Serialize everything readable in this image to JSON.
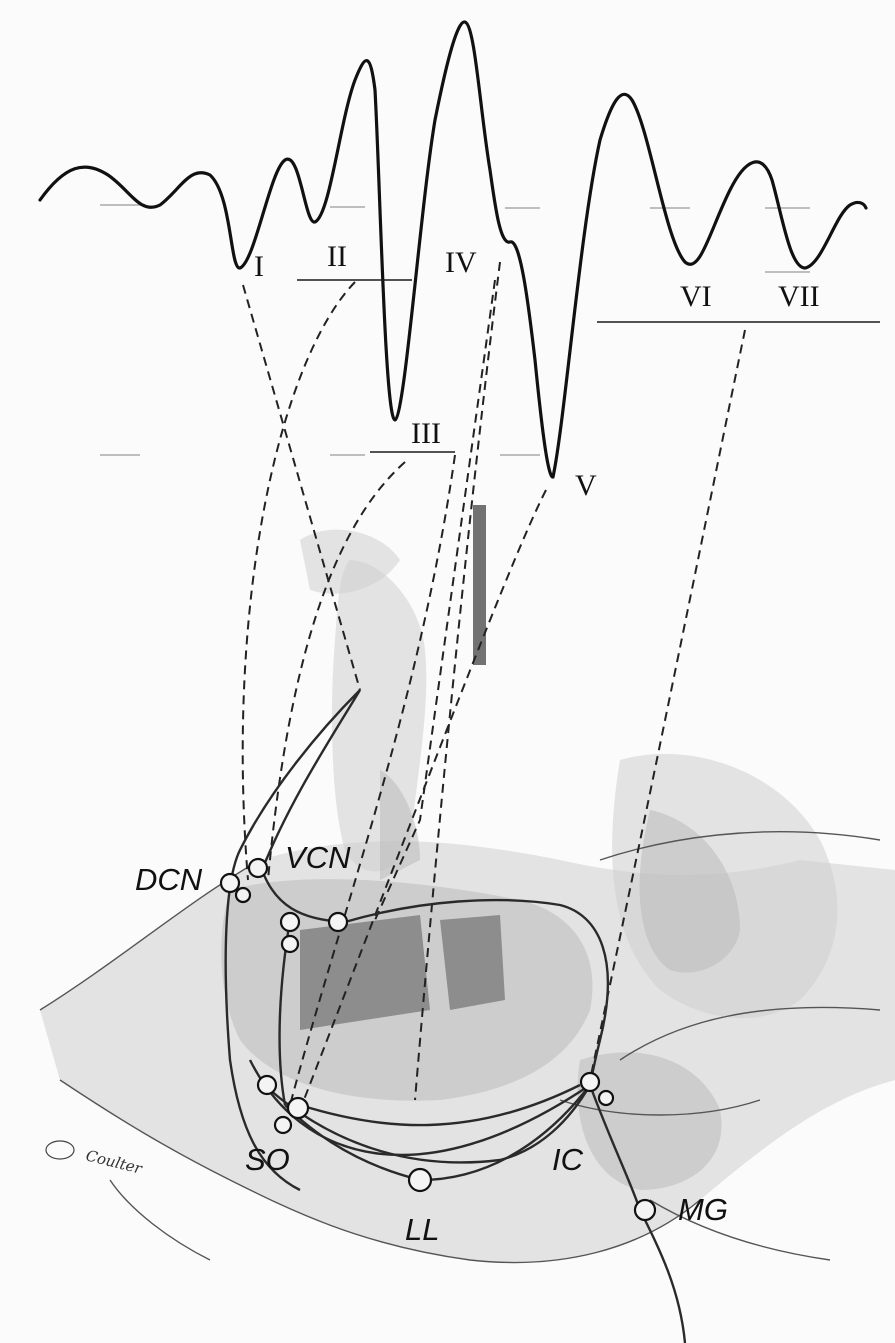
{
  "figure": {
    "wave_labels": [
      "I",
      "II",
      "III",
      "IV",
      "V",
      "VI",
      "VII"
    ],
    "structure_labels": [
      "DCN",
      "VCN",
      "SO",
      "LL",
      "IC",
      "MG"
    ],
    "signature": "Coulter"
  }
}
